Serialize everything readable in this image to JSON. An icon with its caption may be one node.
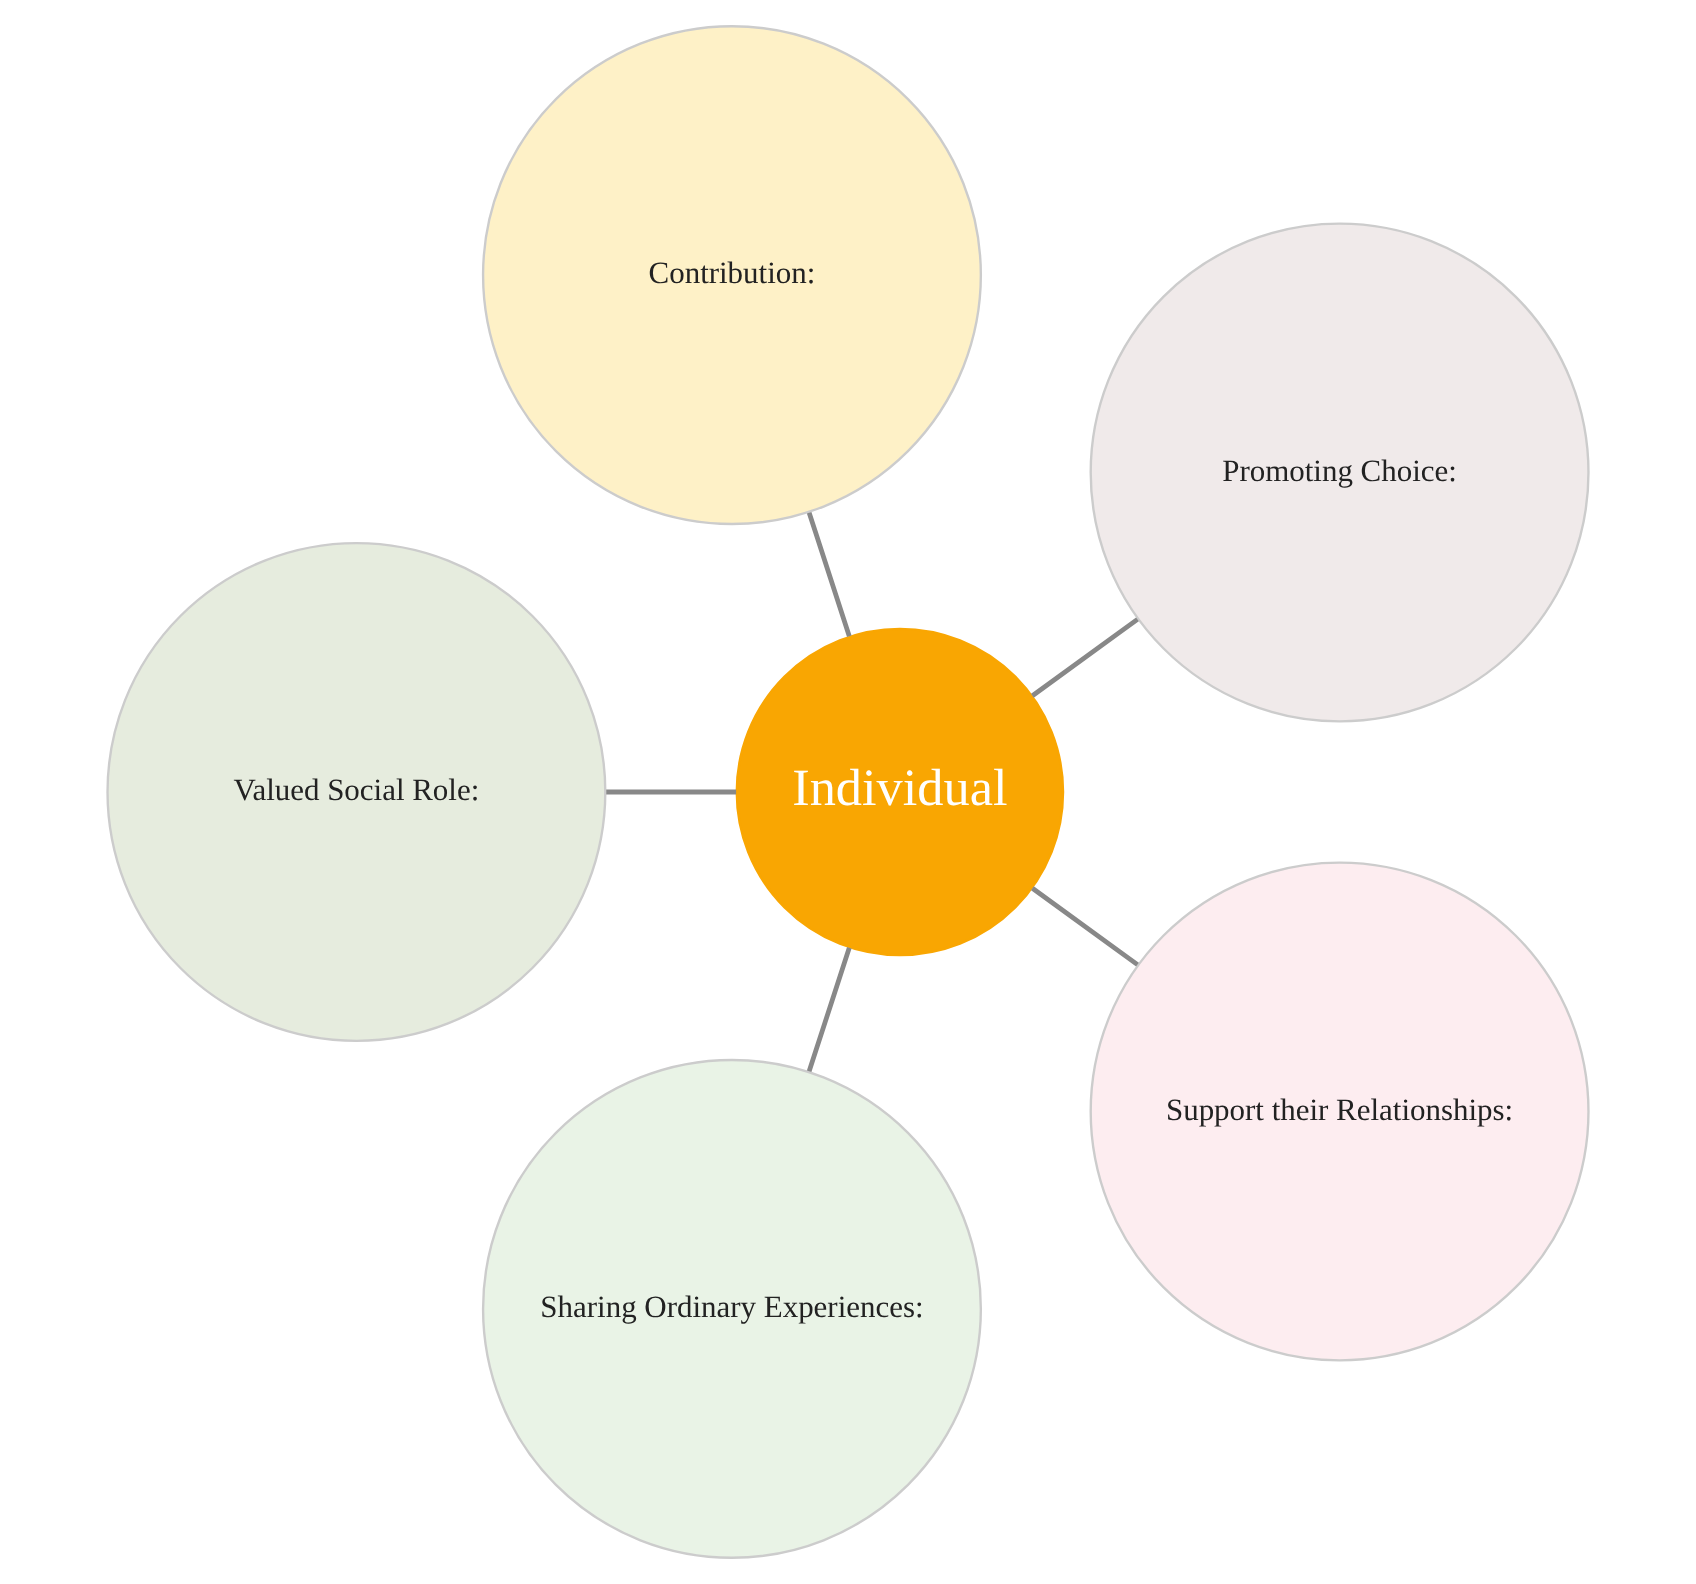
{
  "diagram": {
    "nodes": [
      {
        "text": [
          "Individual"
        ]
      },
      {
        "text": [
          "Promoting Choice:"
        ]
      },
      {
        "text": [
          "Contribution:"
        ]
      },
      {
        "text": [
          "Valued Social Role:"
        ]
      },
      {
        "text": [
          "Sharing Ordinary Experiences:"
        ]
      },
      {
        "text": [
          "Support their Relationships:"
        ]
      }
    ],
    "edges": [
      {
        "from": 0,
        "to": 1,
        "arrow": "none"
      },
      {
        "from": 0,
        "to": 2,
        "arrow": "none"
      },
      {
        "from": 0,
        "to": 3,
        "arrow": "none"
      },
      {
        "from": 0,
        "to": 4,
        "arrow": "none"
      },
      {
        "from": 0,
        "to": 5,
        "arrow": "none"
      }
    ]
  }
}
